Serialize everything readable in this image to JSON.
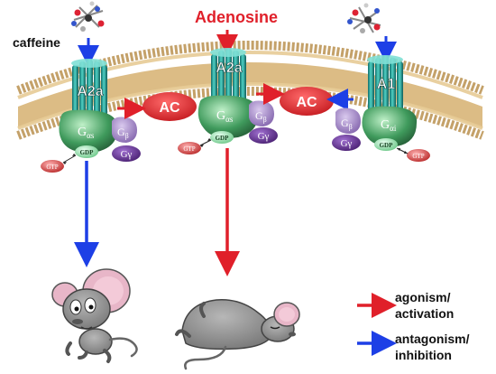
{
  "labels": {
    "adenosine": "Adenosine",
    "caffeine": "caffeine",
    "receptor_a2a_left": "A2a",
    "receptor_a2a_center": "A2a",
    "receptor_a1": "A1",
    "ac_left": "AC",
    "ac_right": "AC",
    "g_alpha_s": "G",
    "alpha_s_sub": "αs",
    "alpha_i_sub": "αi",
    "g_beta": "G",
    "beta_sub": "β",
    "g_gamma": "Gγ",
    "gdp": "GDP",
    "gtp": "GTP"
  },
  "legend": {
    "agonism_line1": "agonism/",
    "agonism_line2": "activation",
    "antagonism_line1": "antagonism/",
    "antagonism_line2": "inhibition"
  },
  "colors": {
    "activation": "#e0202a",
    "inhibition": "#1d3fe6",
    "adenosine_text": "#e0202a",
    "membrane": "#c9a15f",
    "ac_fill": "#e31e24",
    "g_alpha": "#3f8a55",
    "g_beta": "#9c7fbf",
    "g_gamma": "#5d2a8c",
    "gdp": "#8fd6a0",
    "gtp": "#d83a3a",
    "receptor": "#2fa8a0"
  }
}
